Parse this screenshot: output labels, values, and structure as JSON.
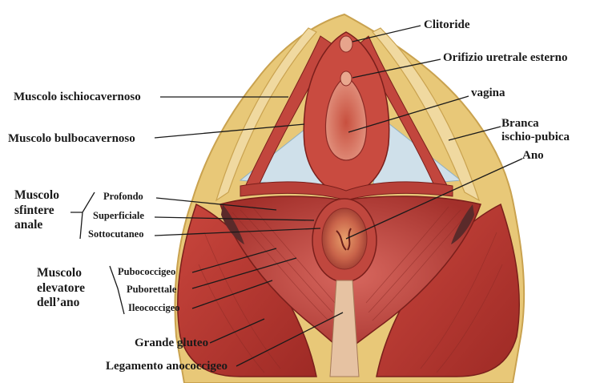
{
  "labels": {
    "clitoride": "Clitoride",
    "orifizio": "Orifizio uretrale esterno",
    "vagina": "vagina",
    "branca_line1": "Branca",
    "branca_line2": "ischio-pubica",
    "ano": "Ano",
    "ischiocavernoso": "Muscolo ischiocavernoso",
    "bulbocavernoso": "Muscolo bulbocavernoso",
    "sfintere_line1": "Muscolo",
    "sfintere_line2": "sfintere",
    "sfintere_line3": "anale",
    "profondo": "Profondo",
    "superficiale": "Superficiale",
    "sottocutaneo": "Sottocutaneo",
    "elevatore_line1": "Muscolo",
    "elevatore_line2": "elevatore",
    "elevatore_line3": "dell’ano",
    "pubococcigeo": "Pubococcigeo",
    "puborettale": "Puborettale",
    "ileococcigeo": "Ileococcigeo",
    "grande_gluteo": "Grande gluteo",
    "legamento": "Legamento anococcigeo"
  },
  "colors": {
    "muscle": "#b8403a",
    "muscle_dark": "#8c2a26",
    "muscle_light": "#d9706a",
    "fat": "#e8c878",
    "membrane": "#cfe0ea",
    "leader": "#1a1a1a"
  }
}
